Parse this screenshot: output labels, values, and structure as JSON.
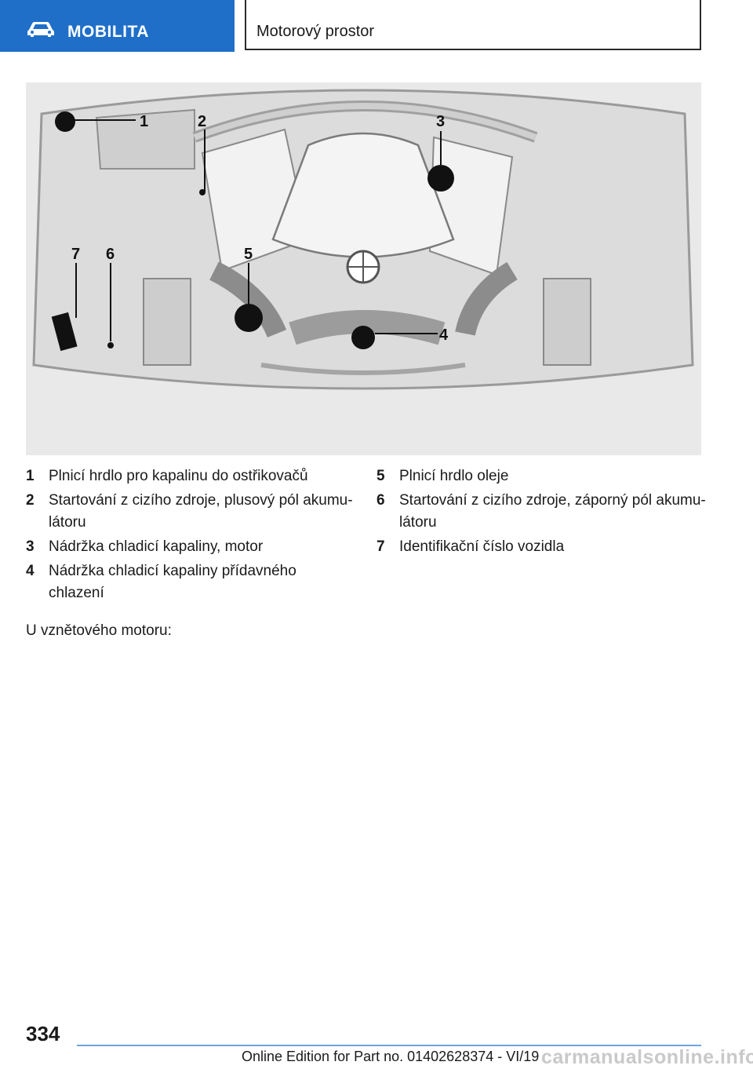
{
  "header": {
    "section": "MOBILITA",
    "title": "Motorový prostor",
    "section_icon": "car-icon"
  },
  "figure": {
    "callouts": [
      "1",
      "2",
      "3",
      "4",
      "5",
      "6",
      "7"
    ]
  },
  "legend": [
    {
      "num": "1",
      "text": "Plnicí hrdlo pro kapalinu do ostřikovačů"
    },
    {
      "num": "2",
      "text": "Startování z cizího zdroje, plusový pól akumu‐látoru"
    },
    {
      "num": "3",
      "text": "Nádržka chladicí kapaliny, motor"
    },
    {
      "num": "4",
      "text": "Nádržka chladicí kapaliny přídavného chlazení"
    },
    {
      "num": "5",
      "text": "Plnicí hrdlo oleje"
    },
    {
      "num": "6",
      "text": "Startování z cizího zdroje, záporný pól akumu‐látoru"
    },
    {
      "num": "7",
      "text": "Identifikační číslo vozidla"
    }
  ],
  "subheading": "U vznětového motoru:",
  "footer": {
    "page_number": "334",
    "edition": "Online Edition for Part no. 01402628374 - VI/19",
    "watermark": "carmanualsonline.info"
  }
}
